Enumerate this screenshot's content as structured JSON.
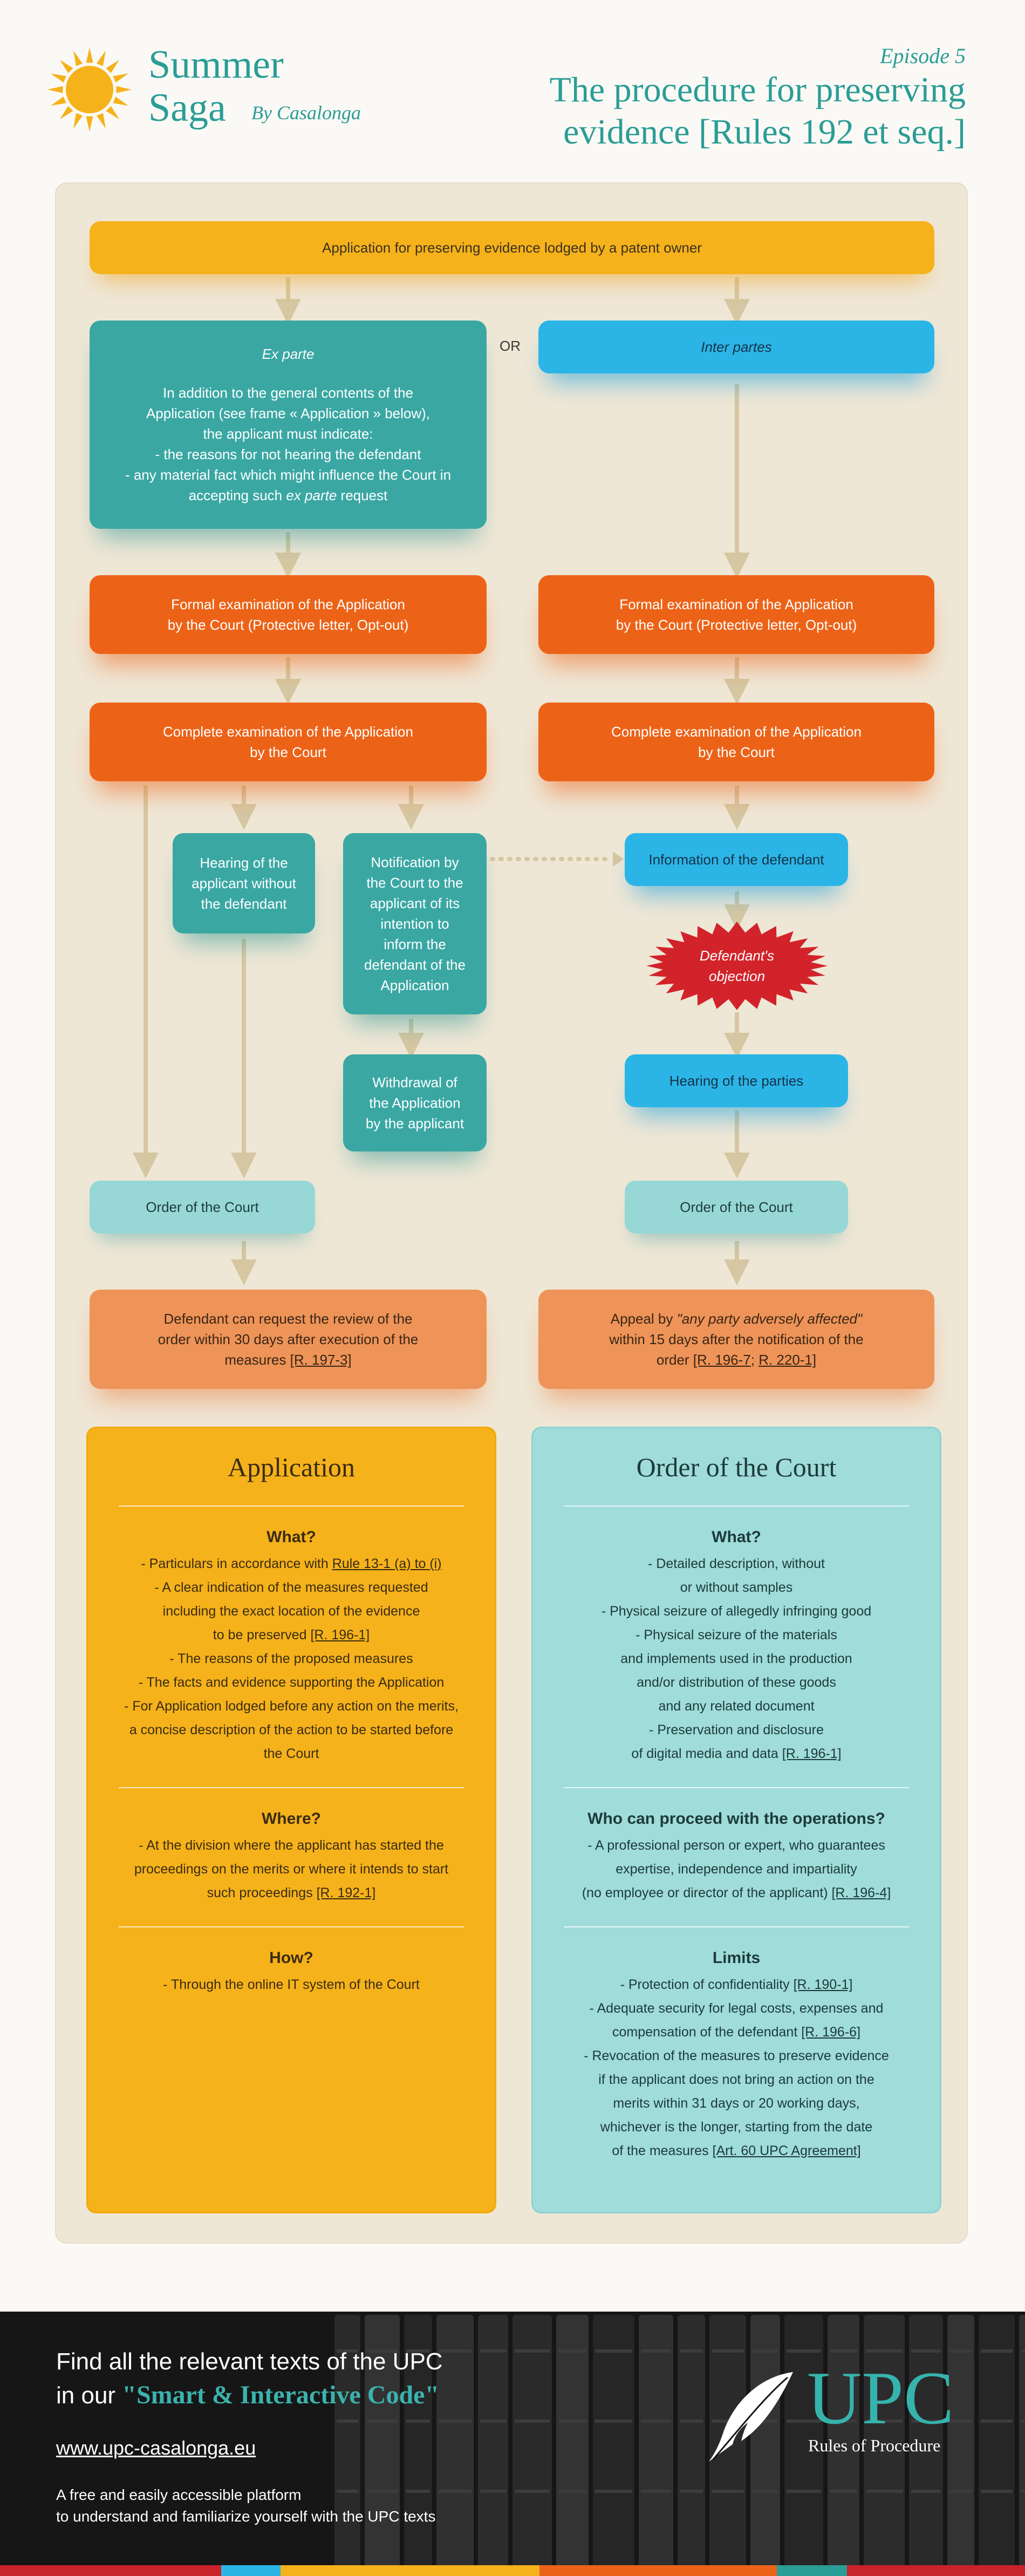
{
  "header": {
    "brand_line1": "Summer",
    "brand_line2": "Saga",
    "byline": "By Casalonga",
    "episode": "Episode 5",
    "title_line1": "The procedure for preserving",
    "title_line2": "evidence [Rules 192 et seq.]"
  },
  "colors": {
    "accent_teal": "#2a9d96",
    "yellow": "#f6b21b",
    "orange": "#ec6318",
    "blue": "#2bb5e6",
    "light_teal": "#97d8d6",
    "salmon": "#ee9458",
    "objection_red": "#d2232a"
  },
  "flow": {
    "top": "Application for preserving evidence lodged by a patent owner",
    "or_label": "OR",
    "ex_parte": {
      "title": "Ex parte",
      "lines": [
        "In addition to the general contents of the",
        "Application (see frame « Application » below),",
        "the applicant must indicate:",
        "- the reasons for not hearing the defendant",
        "- any material fact which might influence the Court in"
      ],
      "last_pre": "accepting such ",
      "last_it": "ex parte",
      "last_post": " request"
    },
    "inter_partes": "Inter partes",
    "formal_left": [
      "Formal examination of the Application",
      "by the Court (Protective letter, Opt-out)"
    ],
    "formal_right": [
      "Formal examination of the Application",
      "by the Court (Protective letter, Opt-out)"
    ],
    "complete_left": [
      "Complete examination of the Application",
      "by the Court"
    ],
    "complete_right": [
      "Complete examination of the Application",
      "by the Court"
    ],
    "hearing_applicant": [
      "Hearing of the",
      "applicant without",
      "the defendant"
    ],
    "notification": [
      "Notification by",
      "the Court to the",
      "applicant of its",
      "intention to",
      "inform the",
      "defendant of the",
      "Application"
    ],
    "withdrawal": [
      "Withdrawal of",
      "the Application",
      "by the applicant"
    ],
    "information_defendant": "Information of the defendant",
    "objection": [
      "Defendant's",
      "objection"
    ],
    "hearing_parties": "Hearing of the parties",
    "order_left": "Order of the Court",
    "order_right": "Order of the Court",
    "review": {
      "line1": "Defendant can request the review of the",
      "line2": "order within 30 days after execution of the",
      "line3_pre": "measures ",
      "link": "[R. 197-3]"
    },
    "appeal": {
      "pre": "Appeal by ",
      "quote": "\"any party adversely affected\"",
      "line2": "within 15 days after the notification of the",
      "line3_pre": "order ",
      "link1": "[R. 196-7",
      "sep": "; ",
      "link2": "R. 220-1]"
    }
  },
  "application_card": {
    "title": "Application",
    "what": {
      "heading": "What?",
      "l1_pre": "- Particulars in accordance with ",
      "l1_link": "Rule 13-1 (a) to (i)",
      "l2": "- A clear indication of the measures requested",
      "l3": "including the exact location of the evidence",
      "l4_pre": "to be preserved ",
      "l4_link": "[R. 196-1]",
      "l5": "- The reasons of the proposed measures",
      "l6": "- The facts and evidence supporting the Application",
      "l7": "- For Application lodged before any action on the merits,",
      "l8": "a concise description of the action to be started before",
      "l9": "the Court"
    },
    "where": {
      "heading": "Where?",
      "l1": "- At the division where the applicant has started the",
      "l2": "proceedings on the merits or where it intends to start",
      "l3_pre": "such proceedings ",
      "l3_link": "[R. 192-1]"
    },
    "how": {
      "heading": "How?",
      "l1": "- Through the online IT system of the Court"
    }
  },
  "order_card": {
    "title": "Order of the Court",
    "what": {
      "heading": "What?",
      "l1": "- Detailed description, without",
      "l2": "or without samples",
      "l3": "- Physical seizure of allegedly infringing good",
      "l4": "- Physical seizure of the materials",
      "l5": "and implements used in the production",
      "l6": "and/or distribution of these goods",
      "l7": "and any related document",
      "l8": "- Preservation and disclosure",
      "l9_pre": "of digital media and data ",
      "l9_link": "[R. 196-1]"
    },
    "who": {
      "heading": "Who can proceed with the operations?",
      "l1": "- A professional person or expert, who guarantees",
      "l2": "expertise, independence and impartiality",
      "l3_pre": "(no employee or director of the applicant) ",
      "l3_link": "[R. 196-4]"
    },
    "limits": {
      "heading": "Limits",
      "l1_pre": "- Protection of confidentiality ",
      "l1_link": "[R. 190-1]",
      "l2": "- Adequate security for legal costs, expenses and",
      "l3_pre": "compensation of the defendant ",
      "l3_link": "[R. 196-6]",
      "l4": "- Revocation of the measures to preserve evidence",
      "l5": "if the applicant does not bring an action on the",
      "l6": "merits within 31 days or 20 working days,",
      "l7": "whichever is the longer, starting from the date",
      "l8_pre": "of the measures ",
      "l8_link": "[Art. 60 UPC Agreement]"
    }
  },
  "footer": {
    "line1": "Find all the relevant texts of the UPC",
    "line2_pre": "in our ",
    "line2_accent": "\"Smart & Interactive Code\"",
    "url": "www.upc-casalonga.eu",
    "tag1": "A free and easily accessible platform",
    "tag2": "to understand and familiarize yourself with the UPC texts",
    "logo_text": "UPC",
    "logo_sub": "Rules of Procedure"
  }
}
